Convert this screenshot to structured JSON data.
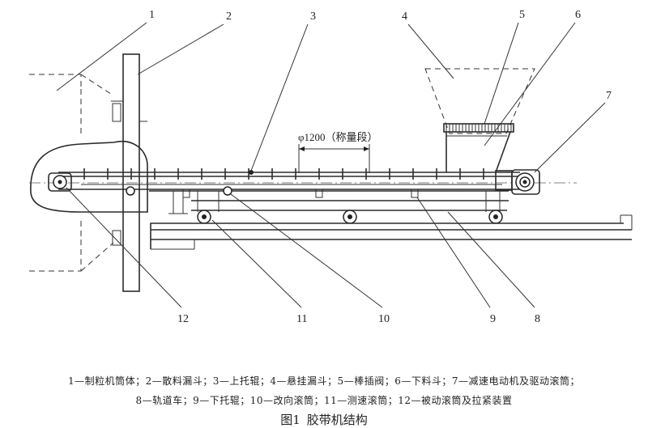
{
  "figure": {
    "number": "图1",
    "title": "胶带机结构"
  },
  "dimension": {
    "label": "φ1200（称量段）"
  },
  "callouts": [
    "1",
    "2",
    "3",
    "4",
    "5",
    "6",
    "7",
    "8",
    "9",
    "10",
    "11",
    "12"
  ],
  "legend": {
    "line1": "1—制粒机筒体；2—散料漏斗；3—上托辊；4—悬挂漏斗；5—棒插阀；6—下料斗；7—减速电动机及驱动滚筒；",
    "line2": "8—轨道车；9—下托辊；10—改向滚筒；11—测速滚筒；12—被动滚筒及拉紧装置"
  }
}
